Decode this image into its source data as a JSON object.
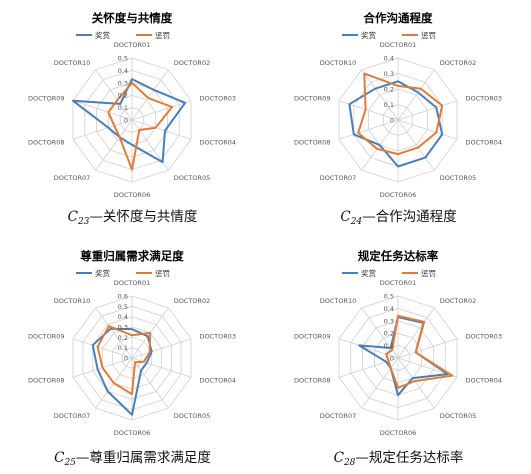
{
  "colors": {
    "reward": "#4a7ebb",
    "punish": "#e07b39",
    "grid": "#cfcfcf"
  },
  "chart_data": [
    {
      "type": "radar",
      "title": "关怀度与共情度",
      "legend": [
        "奖赏",
        "惩罚"
      ],
      "caption": {
        "letter": "C",
        "sub": "23",
        "rest": "—关怀度与共情度"
      },
      "categories": [
        "DOCTOR01",
        "DOCTOR02",
        "DOCTOR03",
        "DOCTOR04",
        "DOCTOR05",
        "DOCTOR06",
        "DOCTOR07",
        "DOCTOR08",
        "DOCTOR09",
        "DOCTOR10"
      ],
      "rmax": 0.5,
      "ticks": [
        "0",
        "0.1",
        "0.2",
        "0.3",
        "0.4",
        "0.5"
      ],
      "series": [
        {
          "name": "奖赏",
          "values": [
            0.33,
            0.3,
            0.45,
            0.28,
            0.42,
            0.2,
            0.17,
            0.2,
            0.5,
            0.16
          ]
        },
        {
          "name": "惩罚",
          "values": [
            0.3,
            0.22,
            0.34,
            0.2,
            0.1,
            0.4,
            0.17,
            0.15,
            0.2,
            0.2
          ]
        }
      ]
    },
    {
      "type": "radar",
      "title": "合作沟通程度",
      "legend": [
        "奖赏",
        "惩罚"
      ],
      "caption": {
        "letter": "C",
        "sub": "24",
        "rest": "—合作沟通程度"
      },
      "categories": [
        "DOCTOR01",
        "DOCTOR02",
        "DOCTOR03",
        "DOCTOR04",
        "DOCTOR05",
        "DOCTOR06",
        "DOCTOR07",
        "DOCTOR08",
        "DOCTOR09",
        "DOCTOR10"
      ],
      "rmax": 0.4,
      "ticks": [
        "0",
        "0.1",
        "0.2",
        "0.3",
        "0.4"
      ],
      "series": [
        {
          "name": "奖赏",
          "values": [
            0.25,
            0.22,
            0.26,
            0.3,
            0.3,
            0.3,
            0.2,
            0.3,
            0.33,
            0.25
          ]
        },
        {
          "name": "惩罚",
          "values": [
            0.22,
            0.25,
            0.3,
            0.26,
            0.22,
            0.22,
            0.23,
            0.27,
            0.22,
            0.37
          ]
        }
      ]
    },
    {
      "type": "radar",
      "title": "尊重归属需求满足度",
      "legend": [
        "奖赏",
        "惩罚"
      ],
      "caption": {
        "letter": "C",
        "sub": "25",
        "rest": "—尊重归属需求满足度"
      },
      "categories": [
        "DOCTOR01",
        "DOCTOR02",
        "DOCTOR03",
        "DOCTOR04",
        "DOCTOR05",
        "DOCTOR06",
        "DOCTOR07",
        "DOCTOR08",
        "DOCTOR09",
        "DOCTOR10"
      ],
      "rmax": 0.6,
      "ticks": [
        "0",
        "0.1",
        "0.2",
        "0.3",
        "0.4",
        "0.5",
        "0.6"
      ],
      "series": [
        {
          "name": "奖赏",
          "values": [
            0.28,
            0.26,
            0.2,
            0.15,
            0.15,
            0.55,
            0.4,
            0.35,
            0.4,
            0.35
          ]
        },
        {
          "name": "惩罚",
          "values": [
            0.22,
            0.3,
            0.18,
            0.12,
            0.05,
            0.35,
            0.3,
            0.3,
            0.35,
            0.38
          ]
        }
      ]
    },
    {
      "type": "radar",
      "title": "规定任务达标率",
      "legend": [
        "奖赏",
        "惩罚"
      ],
      "caption": {
        "letter": "C",
        "sub": "28",
        "rest": "—规定任务达标率"
      },
      "categories": [
        "DOCTOR01",
        "DOCTOR02",
        "DOCTOR03",
        "DOCTOR04",
        "DOCTOR05",
        "DOCTOR06",
        "DOCTOR07",
        "DOCTOR08",
        "DOCTOR09",
        "DOCTOR10"
      ],
      "rmax": 0.5,
      "ticks": [
        "0",
        "0.1",
        "0.2",
        "0.3",
        "0.4",
        "0.5"
      ],
      "series": [
        {
          "name": "奖赏",
          "values": [
            0.33,
            0.35,
            0.15,
            0.42,
            0.2,
            0.3,
            0.1,
            0.1,
            0.33,
            0.1
          ]
        },
        {
          "name": "惩罚",
          "values": [
            0.34,
            0.36,
            0.15,
            0.46,
            0.23,
            0.24,
            0.1,
            0.08,
            0.1,
            0.08
          ]
        }
      ]
    }
  ]
}
